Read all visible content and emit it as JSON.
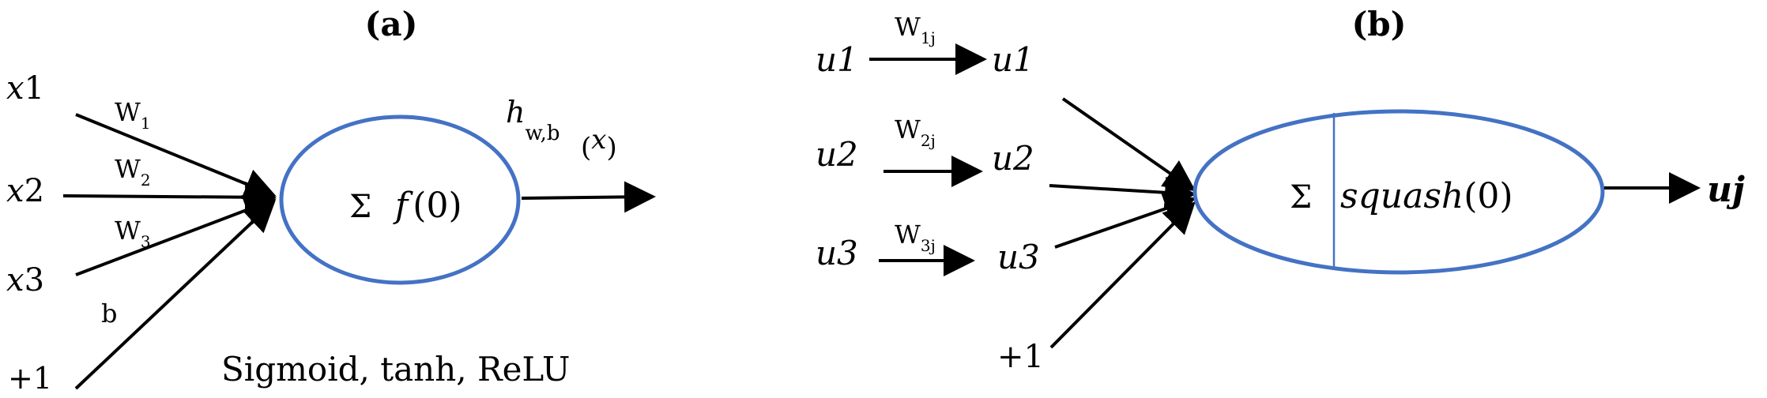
{
  "colors": {
    "ellipse_stroke": "#4472C4",
    "line_stroke": "#000000",
    "background": "#ffffff"
  },
  "panel_a": {
    "title": "(a)",
    "inputs": [
      {
        "var": "x",
        "index": "1"
      },
      {
        "var": "x",
        "index": "2"
      },
      {
        "var": "x",
        "index": "3"
      },
      {
        "var": "+1",
        "index": ""
      }
    ],
    "weights": [
      {
        "base": "W",
        "sub": "1"
      },
      {
        "base": "W",
        "sub": "2"
      },
      {
        "base": "W",
        "sub": "3"
      }
    ],
    "bias": "b",
    "neuron": {
      "sigma": "Σ",
      "func": "f",
      "arg": "(0)"
    },
    "output": {
      "base": "h",
      "sub": "w,b",
      "arg_open": "(",
      "arg_var": "x",
      "arg_close": ")"
    },
    "activations": "Sigmoid, tanh, ReLU"
  },
  "panel_b": {
    "title": "(b)",
    "rows": [
      {
        "input": "u1",
        "weight_base": "W",
        "weight_sub": "1j",
        "output": "u1"
      },
      {
        "input": "u2",
        "weight_base": "W",
        "weight_sub": "2j",
        "output": "u2"
      },
      {
        "input": "u3",
        "weight_base": "W",
        "weight_sub": "3j",
        "output": "u3"
      }
    ],
    "bias": "+1",
    "neuron": {
      "sigma": "Σ",
      "func": "squash",
      "arg": "(0)"
    },
    "output": "uj"
  }
}
